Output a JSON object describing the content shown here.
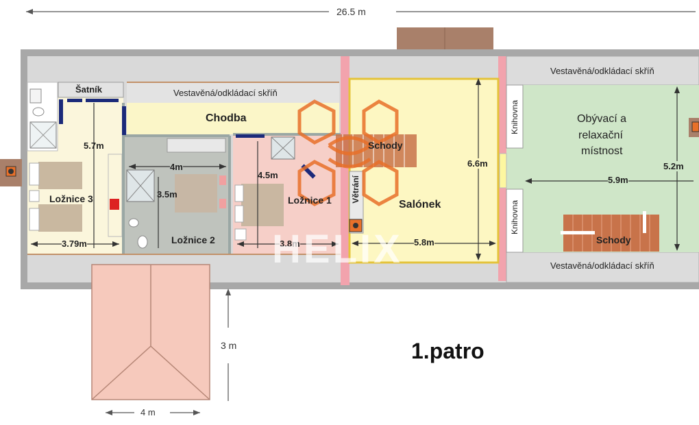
{
  "plan": {
    "floor_title": "1.patro",
    "watermark": "HELIX",
    "overall_width": "26.5 m",
    "balcony_depth": "3 m",
    "balcony_width": "4 m"
  },
  "rooms": {
    "satnik": "Šatník",
    "chodba": "Chodba",
    "loznice3": "Ložnice 3",
    "loznice2": "Ložnice 2",
    "loznice1": "Ložnice 1",
    "schody_left": "Schody",
    "vetrani": "Větrání",
    "salonek": "Salónek",
    "storage_left": "Vestavěná/odkládací skříň",
    "storage_right_top": "Vestavěná/odkládací skříň",
    "storage_right_bottom": "Vestavěná/odkládací skříň",
    "knihovna_top": "Knihovna",
    "knihovna_bottom": "Knihovna",
    "obyvaci_line1": "Obývací a",
    "obyvaci_line2": "relaxační",
    "obyvaci_line3": "místnost",
    "schody_right": "Schody"
  },
  "dimensions": {
    "loznice3_depth": "5.7m",
    "loznice3_width": "3.79m",
    "loznice2_width": "4m",
    "loznice2_depth": "3.5m",
    "loznice1_depth": "4.5m",
    "loznice1_width": "3.8m",
    "salonek_depth": "6.6m",
    "salonek_width": "5.8m",
    "obyvaci_depth": "5.2m",
    "obyvaci_width": "5.9m"
  },
  "colors": {
    "outer_wall": "#a8a8a8",
    "corridor_floor": "#d9d9d9",
    "bedroom3_floor": "#fbf6dc",
    "bedroom2_floor": "#bfc3bd",
    "bedroom1_floor": "#f6cfc8",
    "hall_floor": "#fbf6c8",
    "salonek_floor": "#fdf7c2",
    "living_floor": "#cfe6c8",
    "pink_wall": "#f2a3ad",
    "stairs": "#c8734a",
    "balcony": "#f6c9bc",
    "roof_brown": "#a9806a",
    "logo_orange": "#e8702a",
    "door_blue": "#1b2a7a"
  }
}
